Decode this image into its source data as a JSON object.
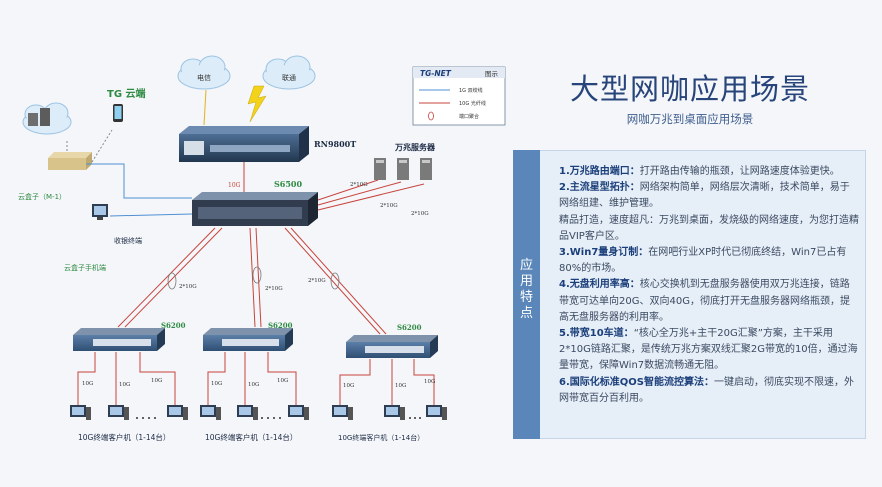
{
  "title": "大型网咖应用场景",
  "subtitle": "网咖万兆到桌面应用场景",
  "panel_tab": "应用特点",
  "features": [
    {
      "heading": "1.万兆路由端口：",
      "text": "打开路由传输的瓶颈，让网路速度体验更快。"
    },
    {
      "heading": "2.主流星型拓扑：",
      "text": "网络架构简单，网络层次清晰，技术简单，易于网络组建、维护管理。"
    },
    {
      "heading": "",
      "text": "精品打造，速度超凡：万兆到桌面，发烧级的网络速度，为您打造精品VIP客户区。"
    },
    {
      "heading": "3.Win7量身订制：",
      "text": "在网吧行业XP时代已彻底终结，Win7已占有80%的市场。"
    },
    {
      "heading": "4.无盘利用率高：",
      "text": "核心交换机到无盘服务器使用双万兆连接，链路带宽可达单向20G、双向40G，彻底打开无盘服务器网络瓶颈，提高无盘服务器的利用率。"
    },
    {
      "heading": "5.带宽10车道：",
      "text": "“核心全万兆+主干20G汇聚”方案，主干采用2*10G链路汇聚，是传统万兆方案双线汇聚2G带宽的10倍，通过海量带宽，保障Win7数据流畅通无阻。"
    },
    {
      "heading": "6.国际化标准QOS智能流控算法：",
      "text": "一键启动，彻底实现不限速，外网带宽百分百利用。"
    }
  ],
  "legend": {
    "brand": "TG-NET",
    "title": "图示",
    "items": [
      "1G 双绞线",
      "10G 光纤线",
      "端口聚合"
    ]
  },
  "clouds": {
    "telecom": "电信",
    "unicom": "联通"
  },
  "labels": {
    "tg_cloud": "TG 云端",
    "router": "RN9800T",
    "core_switch": "S6500",
    "servers": "万兆服务器",
    "cloud_box": "云盒子（M-1）",
    "cashier": "收银终端",
    "cloud_box_app": "云盒子手机端",
    "access_switch": "S6200",
    "client_group": "10G终端客户机（1-14台）"
  },
  "link_labels": {
    "ten_g": "10G",
    "two_x_ten_g": "2*10G"
  },
  "colors": {
    "title": "#27457a",
    "panel_tab": "#5a86b9",
    "link_1g": "#4f90d4",
    "link_10g": "#c8443c",
    "heading": "#1b3f7a"
  }
}
